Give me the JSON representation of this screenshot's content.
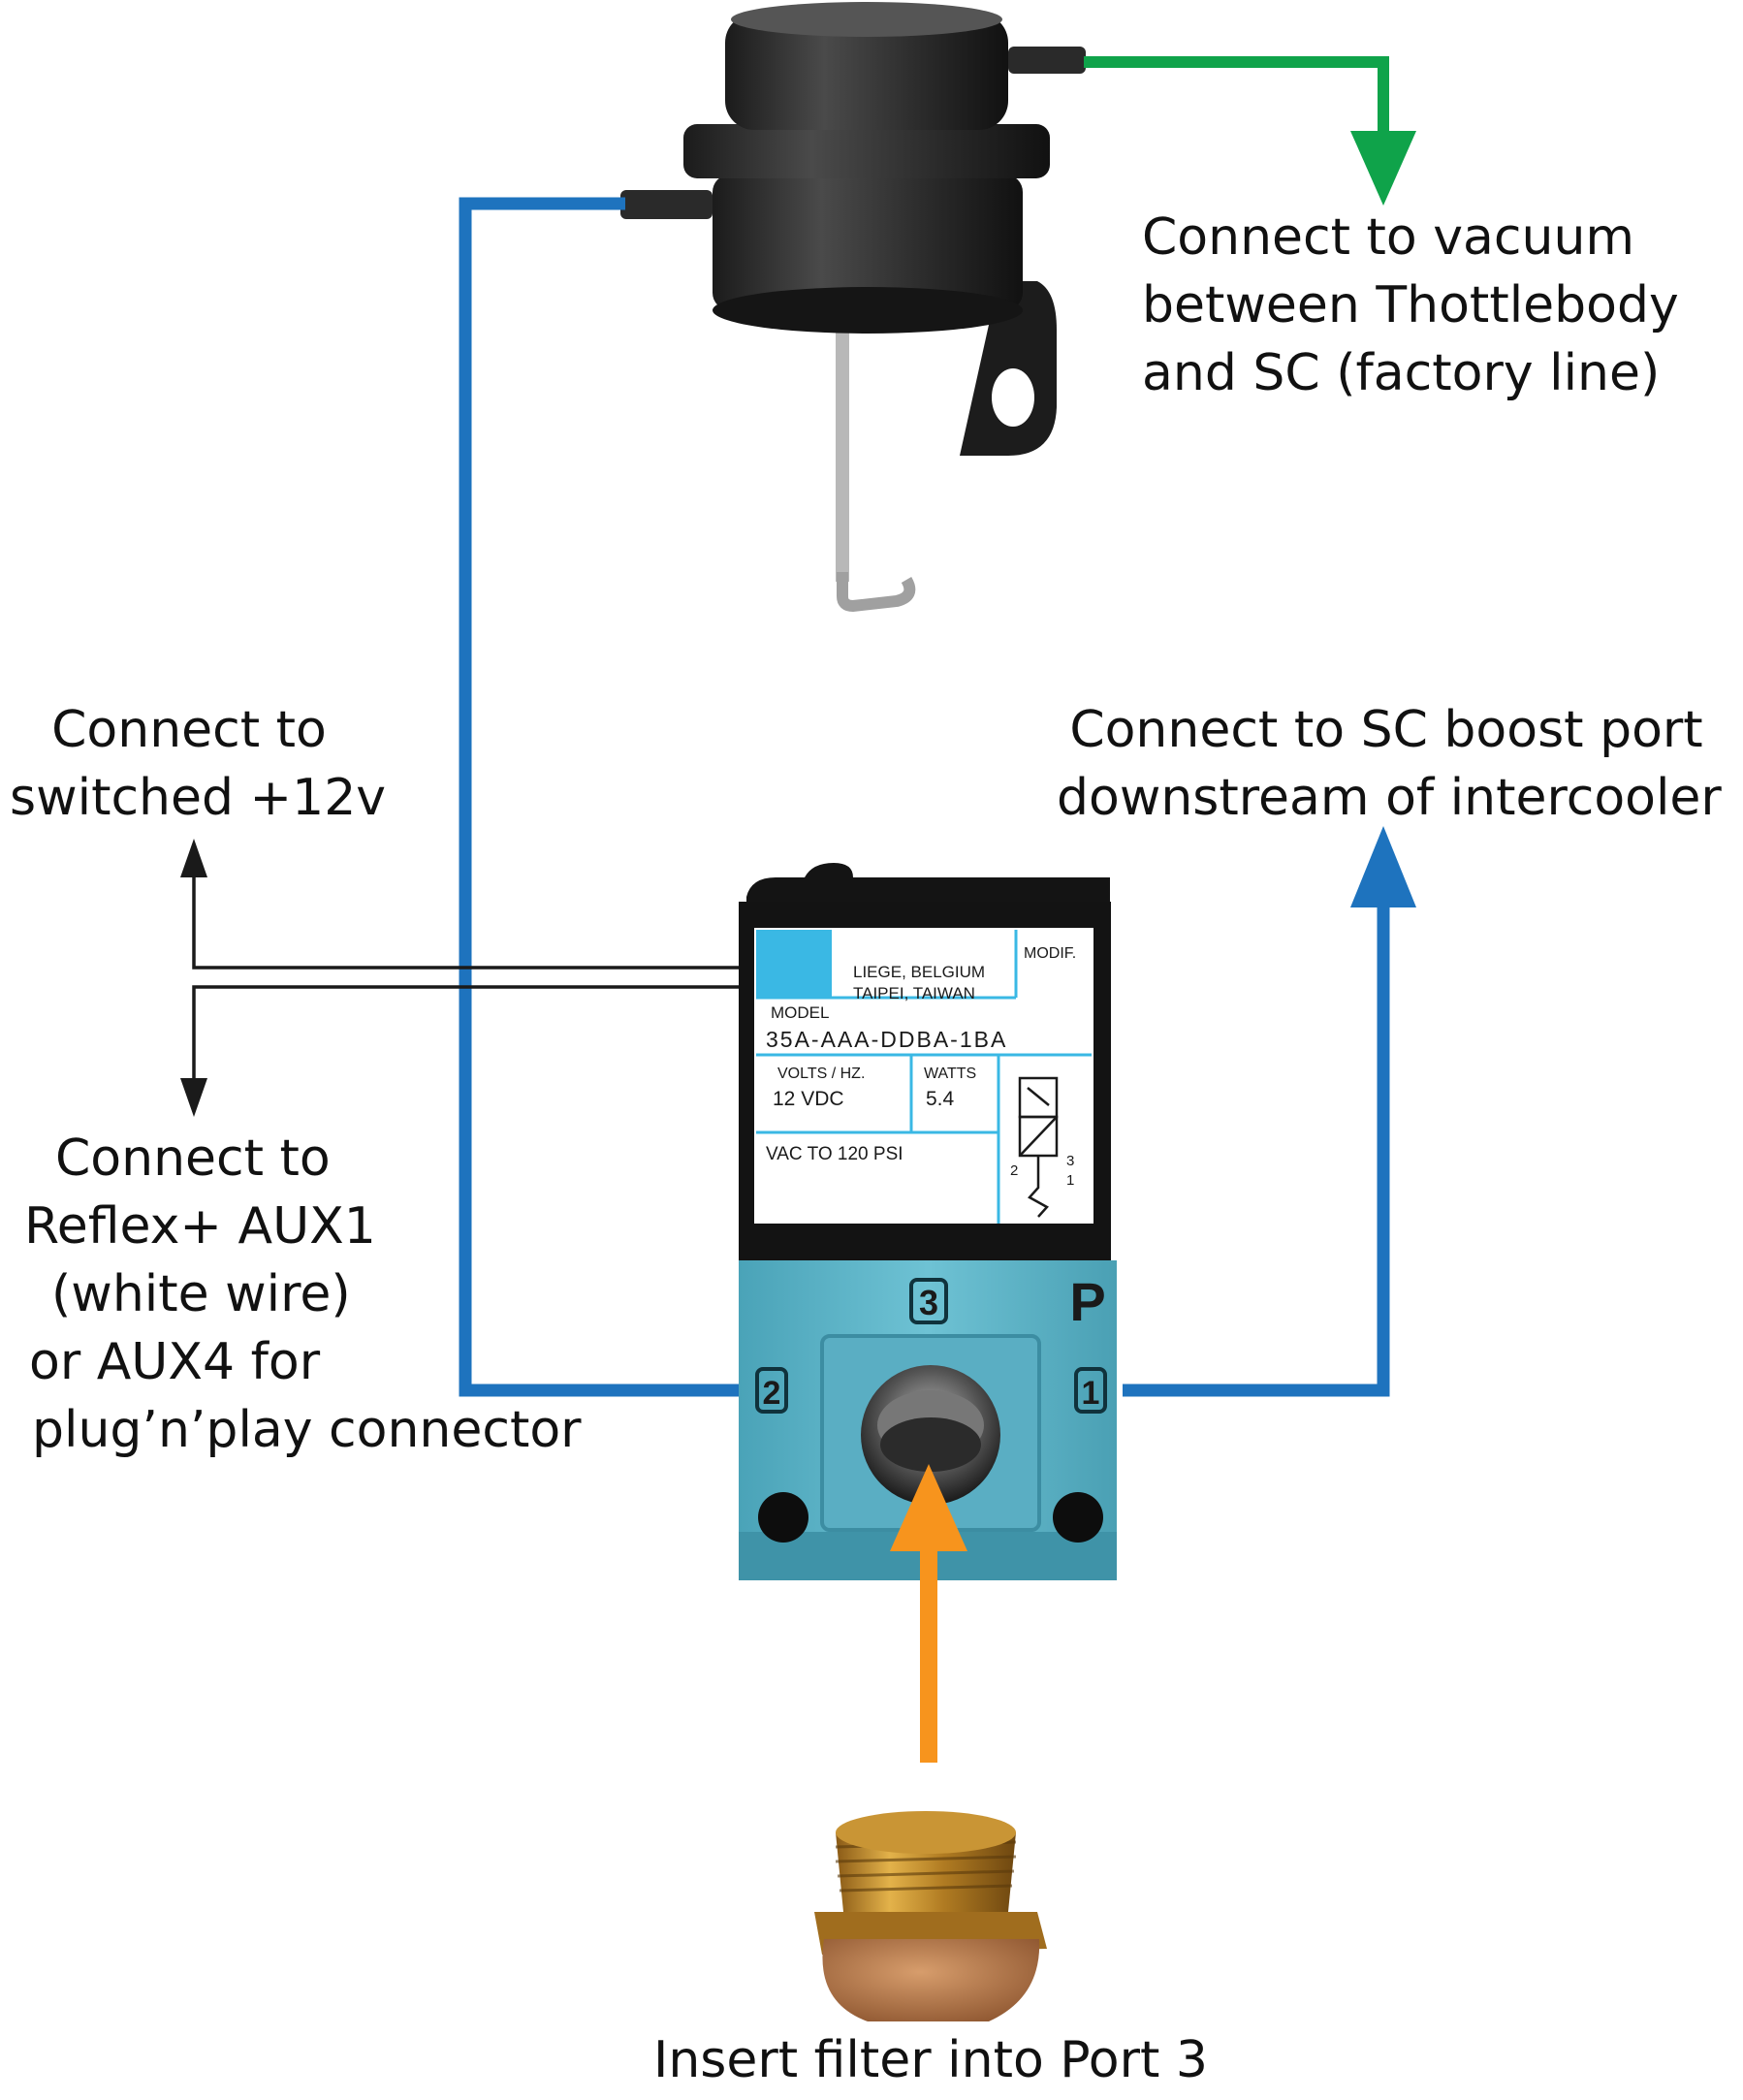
{
  "labels": {
    "vacuum": [
      "Connect to vacuum",
      "between Thottlebody",
      "and SC (factory line)"
    ],
    "switched": [
      "Connect to",
      "switched +12v"
    ],
    "boost": [
      "Connect to SC boost port",
      "downstream of intercooler"
    ],
    "aux": [
      "Connect to",
      "Reflex+ AUX1",
      "(white wire)",
      "or AUX4 for",
      "plug’n’play connector"
    ],
    "filter": "Insert filter into Port 3"
  },
  "solenoid_label": {
    "origin": "LIEGE, BELGIUM",
    "origin2": "TAIPEI, TAIWAN",
    "modif": "MODIF.",
    "model_heading": "MODEL",
    "model": "35A-AAA-DDBA-1BA",
    "volts_heading": "VOLTS / HZ.",
    "volts": "12 VDC",
    "watts_heading": "WATTS",
    "watts": "5.4",
    "range": "VAC TO 120 PSI",
    "schem_2": "2",
    "schem_3": "3",
    "schem_1": "1"
  },
  "ports": {
    "port3": "3",
    "portP": "P",
    "port2": "2",
    "port1": "1"
  },
  "colors": {
    "vacuum_line": "#0fa34a",
    "boost_line": "#1e73be",
    "filter_arrow": "#f7941d",
    "wire": "#1a1a1a",
    "solenoid_body": "#5cb3c8",
    "label_blue": "#3ab8e4"
  },
  "icons": {
    "actuator": "vacuum-actuator-icon",
    "solenoid": "boost-solenoid-icon",
    "filter": "brass-filter-icon"
  }
}
